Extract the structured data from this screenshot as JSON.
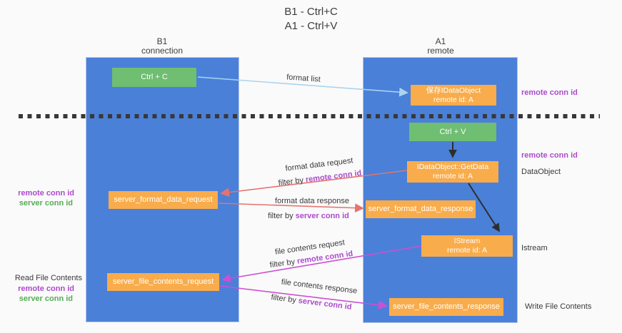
{
  "title": {
    "line1": "B1 - Ctrl+C",
    "line2": "A1 - Ctrl+V"
  },
  "lanes": {
    "left": {
      "name": "B1",
      "role": "connection"
    },
    "right": {
      "name": "A1",
      "role": "remote"
    }
  },
  "nodes": {
    "ctrl_c": "Ctrl + C",
    "ctrl_v": "Ctrl + V",
    "save_dataobject": {
      "line1": "保存IDataObject",
      "line2": "remote id: A"
    },
    "getdata": {
      "line1": "IDataObject::GetData",
      "line2": "remote id: A"
    },
    "istream": {
      "line1": "IStream",
      "line2": "remote id: A"
    },
    "format_request": "server_format_data_request",
    "format_response": "server_format_data_response",
    "file_request": "server_file_contents_request",
    "file_response": "server_file_contents_response"
  },
  "flow_labels": {
    "format_list": "format list",
    "format_data_request": "format data request",
    "format_data_response": "format data response",
    "file_contents_request": "file contents request",
    "file_contents_response": "file contents response",
    "filter_by": "filter by ",
    "remote_conn_id": "remote conn id",
    "server_conn_id": "server conn id"
  },
  "side_labels": {
    "left": {
      "remote_conn_id": "remote conn id",
      "server_conn_id": "server conn id",
      "read_file_contents": "Read File Contents"
    },
    "right": {
      "remote_conn_id": "remote conn id",
      "dataobject": "DataObject",
      "istream": "Istream",
      "write_file_contents": "Write File Contents"
    }
  },
  "colors": {
    "lane_blue": "#4a80d8",
    "node_green": "#6fbe71",
    "node_orange": "#f9ac4b",
    "arrow_light_blue": "#a9d4f2",
    "arrow_red": "#e5736e",
    "arrow_magenta": "#cd4fd4",
    "arrow_black": "#2e2e2e",
    "label_purple": "#ab4bcb",
    "label_green": "#55ad55",
    "dashed_line": "#383838",
    "background": "#fafafa"
  }
}
